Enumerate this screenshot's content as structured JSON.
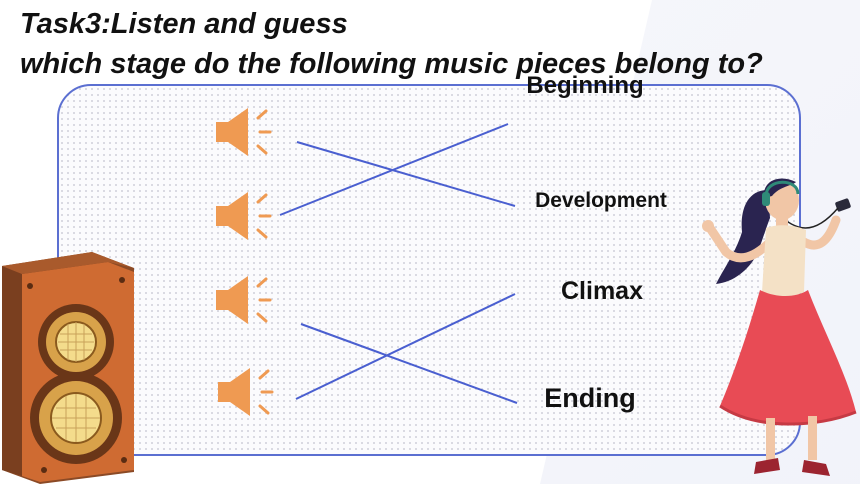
{
  "title": {
    "line1": "Task3:Listen and guess",
    "line2": "which stage do the following music pieces belong to?"
  },
  "labels": {
    "beginning": "Beginning",
    "development": "Development",
    "climax": "Climax",
    "ending": "Ending"
  },
  "icons": {
    "speaker": "speaker-icon",
    "loudspeaker": "loudspeaker-box-illustration",
    "girl": "girl-with-headphones-illustration"
  },
  "matches": [
    {
      "piece": 1,
      "stage": "Development"
    },
    {
      "piece": 2,
      "stage": "Beginning"
    },
    {
      "piece": 3,
      "stage": "Ending"
    },
    {
      "piece": 4,
      "stage": "Climax"
    }
  ],
  "colors": {
    "accent": "#5b6fd1",
    "speaker": "#ef9a52",
    "line": "#4a5fd0",
    "text": "#111111"
  }
}
